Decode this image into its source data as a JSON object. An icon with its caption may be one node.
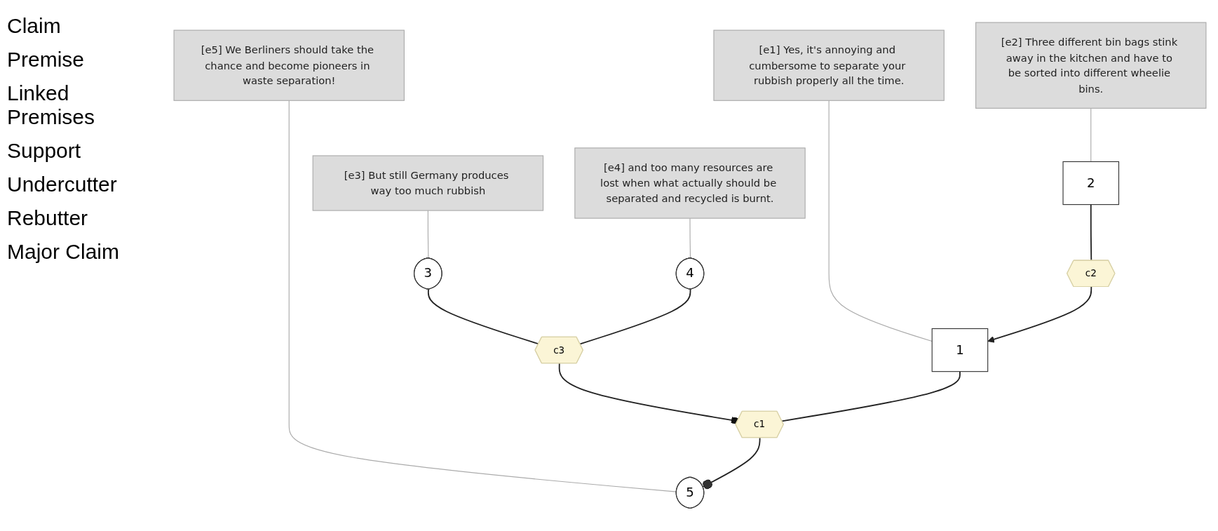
{
  "diagram": {
    "nodes": [
      {
        "text": [
          "[e1] Yes, it's annoying and cumbersome to separate your rubbish properly all the time."
        ]
      },
      {
        "text": [
          "[e2] Three different bin bags stink away in the kitchen and have to be sorted into different wheelie bins."
        ]
      },
      {
        "text": [
          "[e3] But still Germany produces way too much rubbish"
        ]
      },
      {
        "text": [
          "[e4] and too many resources are lost when what actually should be separated and recycled is burnt."
        ]
      },
      {
        "text": [
          "[e5] We Berliners should take the chance and become pioneers in waste separation!"
        ]
      },
      {
        "text": [
          "2"
        ]
      },
      {
        "text": [
          "3"
        ]
      },
      {
        "text": [
          "4"
        ]
      },
      {
        "text": [
          "c2"
        ]
      },
      {
        "text": [
          "c3"
        ]
      },
      {
        "text": [
          "1"
        ]
      },
      {
        "text": [
          "c1"
        ]
      },
      {
        "text": [
          "5"
        ]
      }
    ],
    "edges": [
      {
        "from": 0,
        "to": 10,
        "arrow": "none",
        "color": "#aaaaaa"
      },
      {
        "from": 1,
        "to": 5,
        "arrow": "none",
        "color": "#aaaaaa"
      },
      {
        "from": 2,
        "to": 6,
        "arrow": "none",
        "color": "#aaaaaa"
      },
      {
        "from": 3,
        "to": 7,
        "arrow": "none",
        "color": "#aaaaaa"
      },
      {
        "from": 4,
        "to": 12,
        "arrow": "none",
        "color": "#aaaaaa"
      },
      {
        "from": 5,
        "to": 8,
        "arrow": "none"
      },
      {
        "from": 8,
        "to": 10,
        "arrow": "to"
      },
      {
        "from": 6,
        "to": 9,
        "arrow": "none"
      },
      {
        "from": 7,
        "to": 9,
        "arrow": "none"
      },
      {
        "from": 9,
        "to": 11,
        "arrow": "other"
      },
      {
        "from": 10,
        "to": 11,
        "arrow": "none"
      },
      {
        "from": 11,
        "to": 12,
        "arrow": "other"
      }
    ],
    "labels": [
      "Claim",
      "Premise",
      "Linked Premises",
      "Support",
      "Undercutter",
      "Rebutter",
      "Major Claim"
    ]
  }
}
